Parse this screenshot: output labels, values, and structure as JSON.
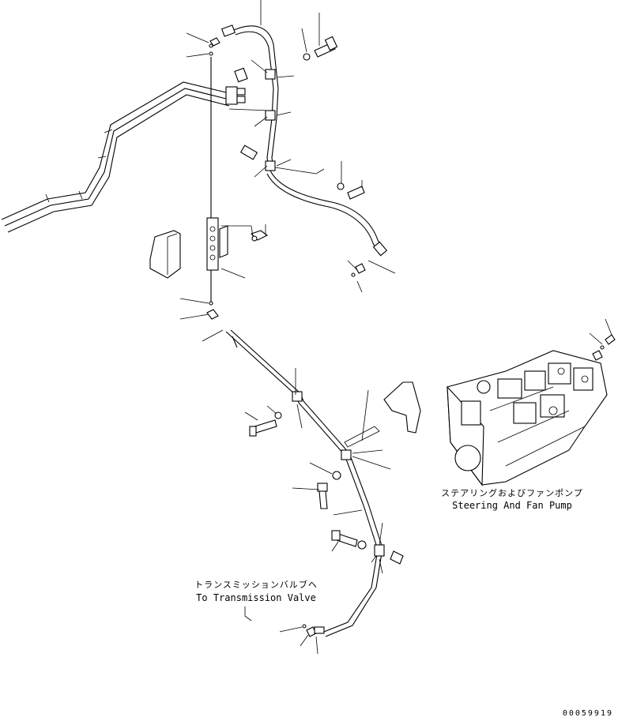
{
  "labels": {
    "pump_jp": "ステアリングおよびファンポンプ",
    "pump_en": "Steering And Fan Pump",
    "trans_jp": "トランスミッションバルブへ",
    "trans_en": "To Transmission Valve"
  },
  "drawing_number": "00059919"
}
